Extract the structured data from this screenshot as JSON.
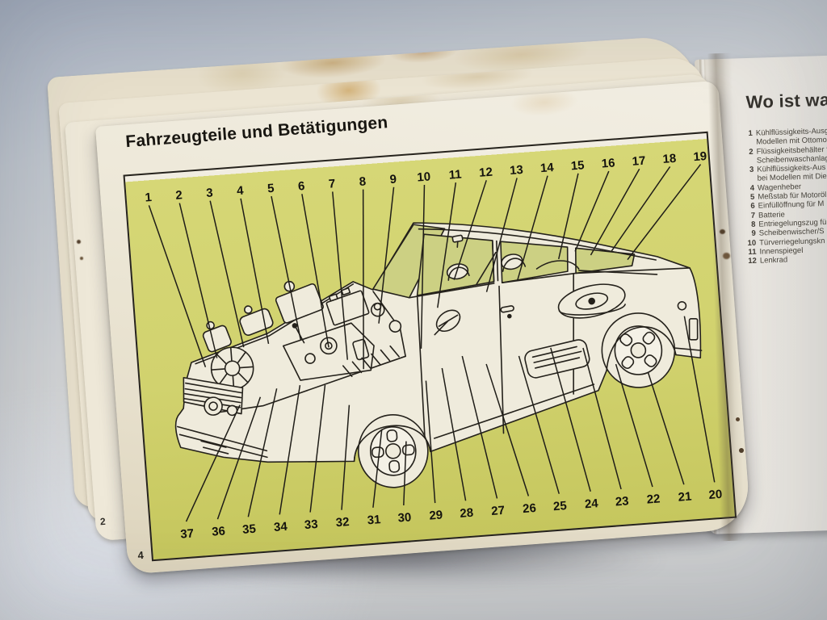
{
  "left_page": {
    "title": "Fahrzeugteile und Betätigungen",
    "page_number": "4",
    "diagram_numbers_top": [
      "1",
      "2",
      "3",
      "4",
      "5",
      "6",
      "7",
      "8",
      "9",
      "10",
      "11",
      "12",
      "13",
      "14",
      "15",
      "16",
      "17",
      "18",
      "19"
    ],
    "diagram_numbers_bottom": [
      "37",
      "36",
      "35",
      "34",
      "33",
      "32",
      "31",
      "30",
      "29",
      "28",
      "27",
      "26",
      "25",
      "24",
      "23",
      "22",
      "21",
      "20"
    ]
  },
  "previous_page": {
    "page_number": "2"
  },
  "right_page": {
    "heading": "Wo ist was",
    "items": [
      {
        "num": "1",
        "lines": [
          "Kühlflüssigkeits-Ausg",
          "Modellen mit Ottomo"
        ]
      },
      {
        "num": "2",
        "lines": [
          "Flüssigkeitsbehälter f",
          "Scheibenwaschanlag"
        ]
      },
      {
        "num": "3",
        "lines": [
          "Kühlflüssigkeits-Aus",
          "bei Modellen mit Die"
        ]
      },
      {
        "num": "4",
        "lines": [
          "Wagenheber"
        ]
      },
      {
        "num": "5",
        "lines": [
          "Meßstab für Motoröl"
        ]
      },
      {
        "num": "6",
        "lines": [
          "Einfüllöffnung für M"
        ]
      },
      {
        "num": "7",
        "lines": [
          "Batterie"
        ]
      },
      {
        "num": "8",
        "lines": [
          "Entriegelungszug fü"
        ]
      },
      {
        "num": "9",
        "lines": [
          "Scheibenwischer/S"
        ]
      },
      {
        "num": "10",
        "lines": [
          "Türverriegelungskn"
        ]
      },
      {
        "num": "11",
        "lines": [
          "Innenspiegel"
        ]
      },
      {
        "num": "12",
        "lines": [
          "Lenkrad"
        ]
      }
    ]
  },
  "colors": {
    "panel_green": "#d1d26e",
    "page_cream": "#ece7d7",
    "ink": "#1d1b18"
  }
}
